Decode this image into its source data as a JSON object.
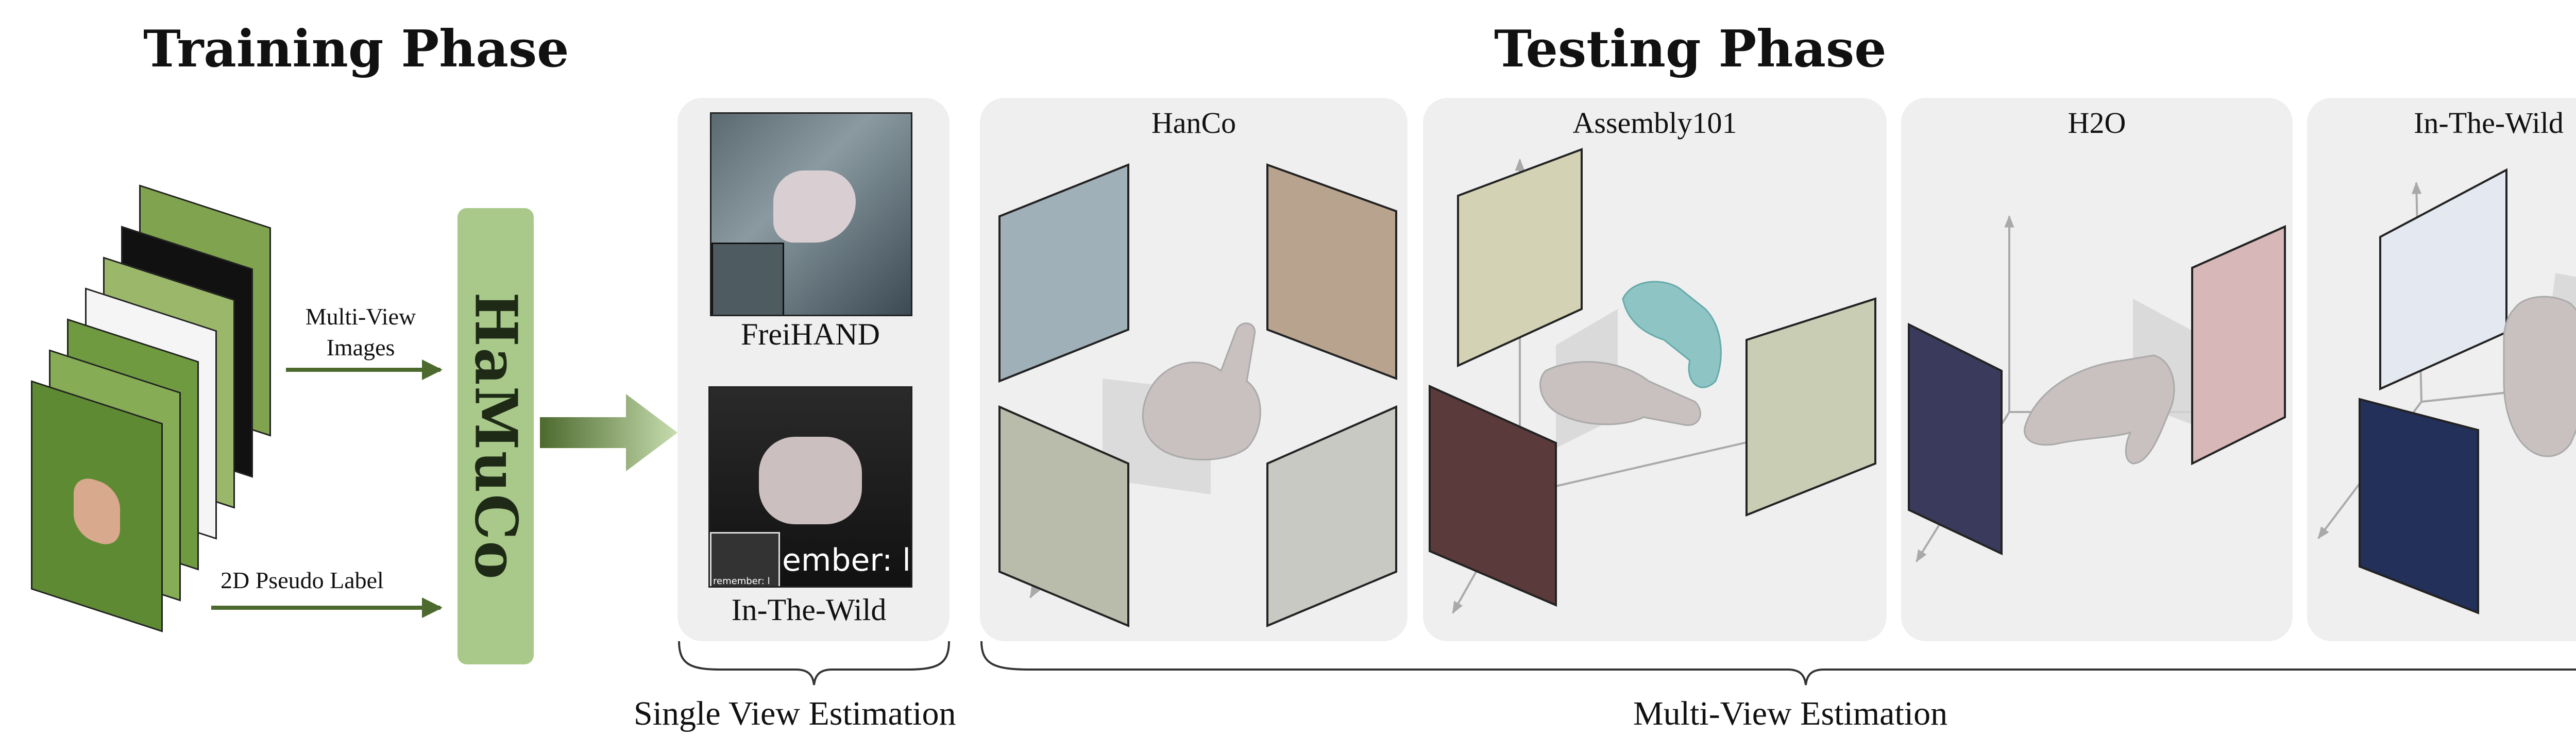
{
  "headings": {
    "training": "Training Phase",
    "testing": "Testing Phase"
  },
  "training": {
    "multi_view_label_1": "Multi-View",
    "multi_view_label_2": "Images",
    "pseudo_label": "2D Pseudo Label",
    "model": "HaMuCo"
  },
  "single_view": {
    "freihand": "FreiHAND",
    "in_the_wild": "In-The-Wild",
    "thumb_text": "remember: l",
    "overlay_text": "ember: l"
  },
  "multi_view_panels": [
    "HanCo",
    "Assembly101",
    "H2O",
    "In-The-Wild"
  ],
  "bottom_labels": {
    "single": "Single View Estimation",
    "multi": "Multi-View Estimation"
  },
  "colors": {
    "arrow_green": "#4d6a2e",
    "model_green": "#a8c98a",
    "panel_gray": "#efefef",
    "hand_mesh": "#c9c0c0",
    "hand_mesh_teal": "#8fc4c4"
  }
}
